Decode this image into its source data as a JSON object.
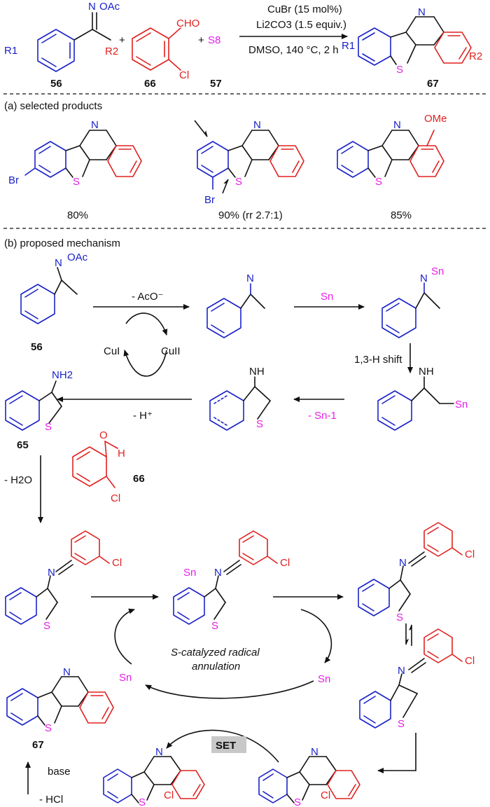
{
  "reaction": {
    "reagents": [
      "CuBr (15 mol%)",
      "Li2CO3 (1.5 equiv.)",
      "DMSO, 140 °C, 2 h"
    ],
    "plus": "+",
    "compounds": {
      "c56": "56",
      "c66": "66",
      "c57": "57",
      "c67": "67"
    },
    "labels": {
      "r1": "R1",
      "r2": "R2",
      "oac": "OAc",
      "cho": "CHO",
      "cl": "Cl",
      "s8": "S8",
      "n": "N",
      "s": "S"
    }
  },
  "section_a": {
    "title": "(a) selected products",
    "yields": [
      "80%",
      "90% (rr 2.7:1)",
      "85%"
    ],
    "labels": {
      "br": "Br",
      "ome": "OMe"
    }
  },
  "section_b": {
    "title": "(b) proposed mechanism",
    "steps": {
      "aco": "- AcO⁻",
      "sn": "Sn",
      "shift": "1,3-H shift",
      "sn1": "- Sn-1",
      "h": "- H⁺",
      "h2o": "- H2O",
      "cu1": "CuI",
      "cu2": "CuII",
      "nh": "NH",
      "nh2": "NH2",
      "h_label": "H",
      "o": "O",
      "cycle_line1": "S-catalyzed radical",
      "cycle_line2": "annulation",
      "set": "SET",
      "base": "base",
      "hcl": "- HCl"
    },
    "compounds": {
      "c56": "56",
      "c65": "65",
      "c66": "66",
      "c67": "67"
    }
  },
  "colors": {
    "aryl_blue": "#1a22c8",
    "aryl_red": "#e0201e",
    "sulfur": "#e61ee6",
    "set_badge": "#c8c8c8",
    "set_text": "#8b1a3a"
  }
}
